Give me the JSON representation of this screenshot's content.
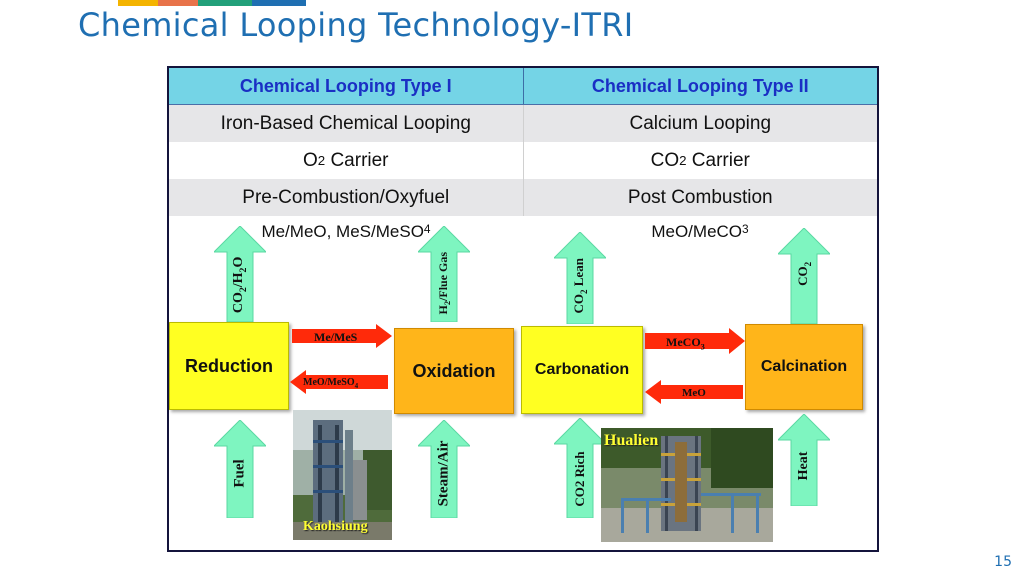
{
  "slide": {
    "title": "Chemical Looping Technology-ITRI",
    "page_number": "15",
    "accent_colors": [
      "#f4b400",
      "#e8734a",
      "#22a07a",
      "#1f6fb2"
    ]
  },
  "table": {
    "columns": [
      "Chemical Looping Type I",
      "Chemical Looping Type II"
    ],
    "rows": [
      [
        "Iron-Based Chemical Looping",
        "Calcium Looping"
      ],
      [
        {
          "base": "O",
          "sub": "2",
          "rest": " Carrier"
        },
        {
          "base": "CO",
          "sub": "2",
          "rest": " Carrier"
        }
      ],
      [
        "Pre-Combustion/Oxyfuel",
        "Post Combustion"
      ],
      [
        {
          "base": "Me/MeO, MeS/MeSO",
          "sub": "4",
          "rest": ""
        },
        {
          "base": "MeO/MeCO",
          "sub": "3",
          "rest": ""
        }
      ]
    ]
  },
  "type1": {
    "reduction": "Reduction",
    "oxidation": "Oxidation",
    "forward_flow": "Me/MeS",
    "reverse_flow": {
      "base": "MeO/MeSO",
      "sub": "4"
    },
    "reduction_out": {
      "p1": "CO",
      "s1": "2",
      "p2": "/H",
      "s2": "2",
      "p3": "O"
    },
    "oxidation_out": {
      "p1": "H",
      "s1": "2",
      "p2": "/Flue Gas"
    },
    "reduction_in": "Fuel",
    "oxidation_in": "Steam/Air",
    "photo_caption": "Kaohsiung"
  },
  "type2": {
    "carbonation": "Carbonation",
    "calcination": "Calcination",
    "forward_flow": {
      "base": "MeCO",
      "sub": "3"
    },
    "reverse_flow": "MeO",
    "carbonation_out": {
      "base": "CO",
      "sub": "2",
      "rest": " Lean"
    },
    "calcination_out": {
      "base": "CO",
      "sub": "2"
    },
    "carbonation_in": "CO2 Rich",
    "calcination_in": "Heat",
    "photo_caption": "Hualien"
  },
  "icons": {
    "up_arrow": "up-arrow-icon",
    "right_arrow": "right-arrow-icon",
    "left_arrow": "left-arrow-icon"
  }
}
